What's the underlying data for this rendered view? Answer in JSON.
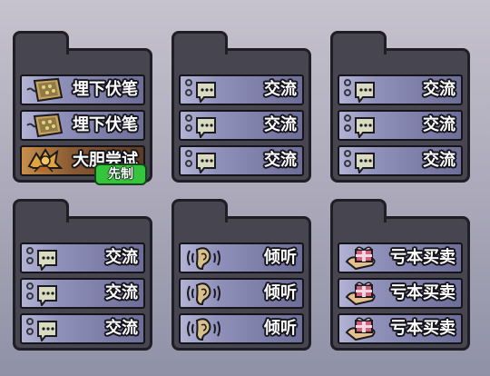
{
  "icons": {
    "plan": "paper-plan-icon",
    "communicate": "chat-bubble-icon",
    "bold": "bold-figure-icon",
    "listen": "ear-icon",
    "loss": "gift-box-icon"
  },
  "colors": {
    "card": "#8f91ba",
    "card_brown": "#8a5b34",
    "panel": "#474650",
    "badge": "#35c43c"
  },
  "panels": [
    {
      "cards": [
        {
          "label": "埋下伏笔"
        },
        {
          "label": "埋下伏笔"
        },
        {
          "label": "大胆尝试"
        }
      ],
      "badge": "先制"
    },
    {
      "cards": [
        {
          "label": "交流"
        },
        {
          "label": "交流"
        },
        {
          "label": "交流"
        }
      ]
    },
    {
      "cards": [
        {
          "label": "交流"
        },
        {
          "label": "交流"
        },
        {
          "label": "交流"
        }
      ]
    },
    {
      "cards": [
        {
          "label": "交流"
        },
        {
          "label": "交流"
        },
        {
          "label": "交流"
        }
      ]
    },
    {
      "cards": [
        {
          "label": "倾听"
        },
        {
          "label": "倾听"
        },
        {
          "label": "倾听"
        }
      ]
    },
    {
      "cards": [
        {
          "label": "亏本买卖"
        },
        {
          "label": "亏本买卖"
        },
        {
          "label": "亏本买卖"
        }
      ]
    }
  ]
}
